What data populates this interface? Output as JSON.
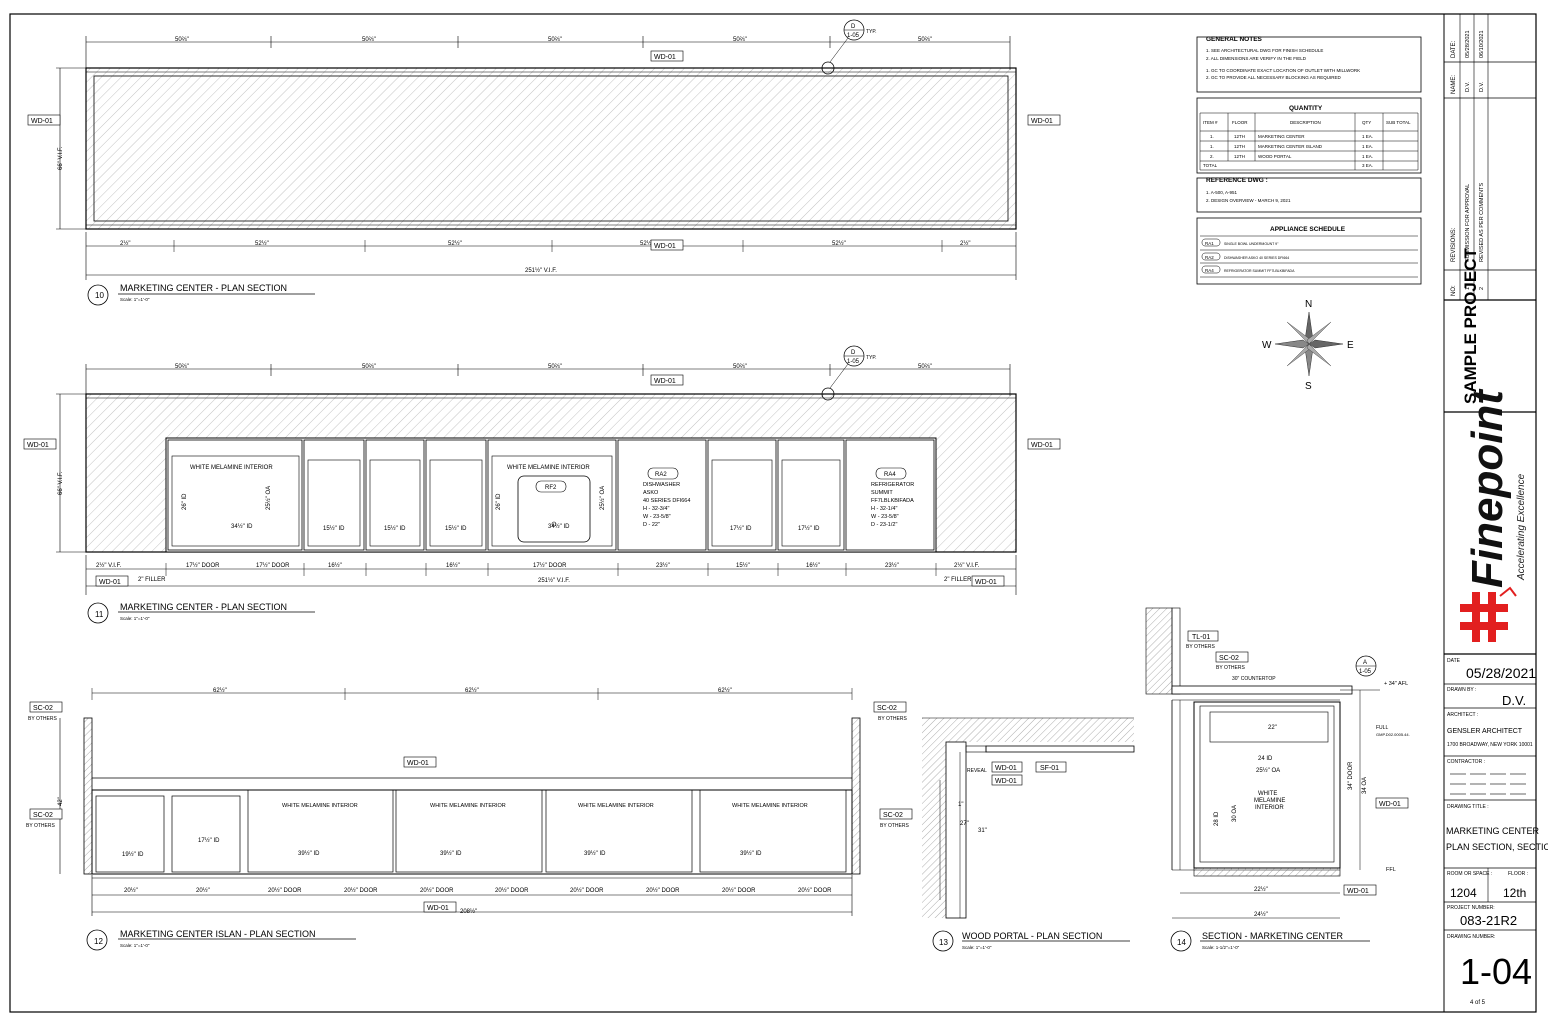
{
  "general_notes": {
    "title": "GENERAL NOTES",
    "items": [
      "1.  SEE ARCHITECTURAL DWG FOR FINISH SCHEDULE",
      "2.  ALL DIMENSIONS ARE VERIFY IN THE FIELD",
      "1.  GC TO COORDINATE EXACT LOCATION OF OUTLET WITH MILLWORK",
      "2.  GC TO PROVIDE ALL NECESSARY BLOCKING AS REQUIRED"
    ]
  },
  "quantity": {
    "title": "QUANTITY",
    "headers": [
      "ITEM #",
      "FLOOR",
      "DESCRIPTION",
      "QTY",
      "SUB TOTAL"
    ],
    "rows": [
      [
        "1.",
        "12TH",
        "MARKETING CENTER",
        "1 EA.",
        ""
      ],
      [
        "1.",
        "12TH",
        "MARKETING CENTER ISLAND",
        "1 EA.",
        ""
      ],
      [
        "2.",
        "12TH",
        "WOOD PORTAL",
        "1 EA.",
        ""
      ]
    ],
    "total_label": "TOTAL",
    "total_value": "3 EA."
  },
  "reference_dwg": {
    "title": "REFERENCE DWG :",
    "items": [
      "1.  A-500, A-951",
      "2.  DESIGN OVERVIEW  - MARCH 9, 2021"
    ]
  },
  "appliance_schedule": {
    "title": "APPLIANCE SCHEDULE",
    "rows": [
      {
        "tag": "RA1",
        "text": "SINGLE BOWL UNDERMOUNT 9\""
      },
      {
        "tag": "RA2",
        "text": "DISHWASHER ASKO 40 SERIES DFI664"
      },
      {
        "tag": "RA4",
        "text": "REFRIGERATOR SUMMIT FF7LBLKBIFADA"
      }
    ]
  },
  "compass": {
    "n": "N",
    "s": "S",
    "e": "E",
    "w": "W"
  },
  "revisions": {
    "date_header": "DATE:",
    "name_header": "NAME:",
    "rev_header": "REVISIONS:",
    "no_header": "NO:",
    "rows": [
      {
        "no": "1",
        "desc": "SUBMISSION FOR APPROVAL",
        "name": "D.V.",
        "date": "05/28/2021"
      },
      {
        "no": "2",
        "desc": "REVISED AS PER COMMENTS",
        "name": "D.V.",
        "date": "06/10/2021"
      }
    ]
  },
  "project_name": "SAMPLE PROJECT",
  "company": {
    "name": "Finepoint",
    "tagline": "Accelerating Excellence"
  },
  "title_block": {
    "date_label": "DATE",
    "date_value": "05/28/2021",
    "drawn_by_label": "DRAWN BY :",
    "drawn_by_value": "D.V.",
    "architect_label": "ARCHITECT :",
    "architect_name": "GENSLER ARCHITECT",
    "architect_address": "1700 BROADWAY, NEW YORK 10001",
    "contractor_label": "CONTRACTOR :",
    "drawing_title_label": "DRAWING   TITLE :",
    "drawing_title_1": "MARKETING CENTER",
    "drawing_title_2": "PLAN SECTION, SECTION",
    "room_label": "ROOM  OR SPACE :",
    "room_value": "1204",
    "floor_label": "FLOOR :",
    "floor_value": "12th",
    "project_number_label": "PROJECT   NUMBER:",
    "project_number": "083-21R2",
    "drawing_number_label": "DRAWING   NUMBER:",
    "drawing_number": "1-04",
    "sheet_of": "4   of   5"
  },
  "views": {
    "v10": {
      "num": "10",
      "title": "MARKETING CENTER - PLAN SECTION",
      "scale": "Scale: 1\"=1'-0\""
    },
    "v11": {
      "num": "11",
      "title": "MARKETING CENTER - PLAN SECTION",
      "scale": "Scale: 1\"=1'-0\""
    },
    "v12": {
      "num": "12",
      "title": "MARKETING CENTER  ISLAN - PLAN SECTION",
      "scale": "Scale: 1\"=1'-0\""
    },
    "v13": {
      "num": "13",
      "title": "WOOD PORTAL - PLAN SECTION",
      "scale": "Scale: 1\"=1'-0\""
    },
    "v14": {
      "num": "14",
      "title": "SECTION - MARKETING CENTER",
      "scale": "Scale: 1-1/2\"=1'-0\""
    }
  },
  "tags": {
    "wd01": "WD-01",
    "sc02": "SC-02",
    "tl01": "TL-01",
    "sf01": "SF-01",
    "by_others": "BY OTHERS",
    "detail_d": "D",
    "detail_d_sheet": "1-05",
    "typ": "TYP.",
    "detail_a": "A",
    "detail_a_sheet": "1-05"
  },
  "v10": {
    "top_dims": [
      "50⅔\"",
      "50⅔\"",
      "50⅔\"",
      "50⅔\"",
      "50⅔\""
    ],
    "bottom_dims": [
      "2½\"",
      "52½\"",
      "52½\"",
      "52½\"",
      "52½\"",
      "2½\""
    ],
    "overall": "251½\" V.I.F.",
    "height": "66\" V.I.F."
  },
  "v11": {
    "top_dims": [
      "50⅔\"",
      "50⅔\"",
      "50⅔\"",
      "50⅔\"",
      "50⅔\""
    ],
    "height": "66\" V.I.F.",
    "interior_1": "WHITE MELAMINE INTERIOR",
    "interior_2": "WHITE MELAMINE INTERIOR",
    "rf2": "RF2",
    "ra2": {
      "tag": "RA2",
      "lines": [
        "DISHWASHER",
        "ASKO",
        "40 SERIES DFI664",
        "H - 32-3/4\"",
        "W - 23-5/8\"",
        "D - 22\""
      ]
    },
    "ra4": {
      "tag": "RA4",
      "lines": [
        "REFRIGERATOR",
        "SUMMIT",
        "FF7LBLKBIFADA",
        "H - 32-1/4\"",
        "W - 23-5/8\"",
        "D - 23-1/2\""
      ]
    },
    "bottom_dims": [
      "2½\" V.I.F.",
      "17½\" DOOR",
      "17½\" DOOR",
      "16½\"",
      "16½\"",
      "17½\" DOOR",
      "23½\"",
      "15½\"",
      "16½\"",
      "23½\"",
      "2½\" V.I.F."
    ],
    "overall": "251½\" V.I.F.",
    "filler": "2\" FILLER",
    "id_a": "34½\" ID",
    "id_b": "15½\" ID",
    "id_c": "34½\" ID",
    "id_d": "17½\" ID",
    "vert_a": "26\" ID",
    "vert_b": "25½\" OA"
  },
  "v12": {
    "top_dims": [
      "62½\"",
      "62½\"",
      "62½\""
    ],
    "height": "42\"",
    "interior_labels": [
      "WHITE MELAMINE INTERIOR",
      "WHITE MELAMINE INTERIOR",
      "WHITE MELAMINE INTERIOR",
      "WHITE MELAMINE INTERIOR"
    ],
    "id_labels": [
      "19½\" ID",
      "17½\" ID",
      "39½\" ID",
      "39½\" ID",
      "39½\" ID",
      "39½\" ID"
    ],
    "bottom_dims": [
      "20½\"",
      "20½\"",
      "20½\" DOOR",
      "20½\" DOOR",
      "20½\" DOOR",
      "20½\" DOOR",
      "20½\" DOOR",
      "20½\" DOOR",
      "20½\" DOOR",
      "20½\" DOOR"
    ],
    "overall": "208½\""
  },
  "v13": {
    "reveal": "REVEAL",
    "dim_a": "1\"",
    "dim_b": "27\"",
    "dim_c": "31\""
  },
  "v14": {
    "countertop": "30\" COUNTERTOP",
    "afl": "+ 34\" AFL",
    "ffl": "FFL",
    "full": "FULL",
    "full_sub": "GMP.D02.0005.44.",
    "dim_22": "22\"",
    "id_24": "24 ID",
    "oa_25": "25½\" OA",
    "white_interior": [
      "WHITE",
      "MELAMINE",
      "INTERIOR"
    ],
    "door_34": "34\" DOOR",
    "oa_34": "34 OA",
    "id_28": "28 ID",
    "oa_30": "30 OA",
    "bottom_a": "22½\"",
    "bottom_b": "24½\""
  }
}
